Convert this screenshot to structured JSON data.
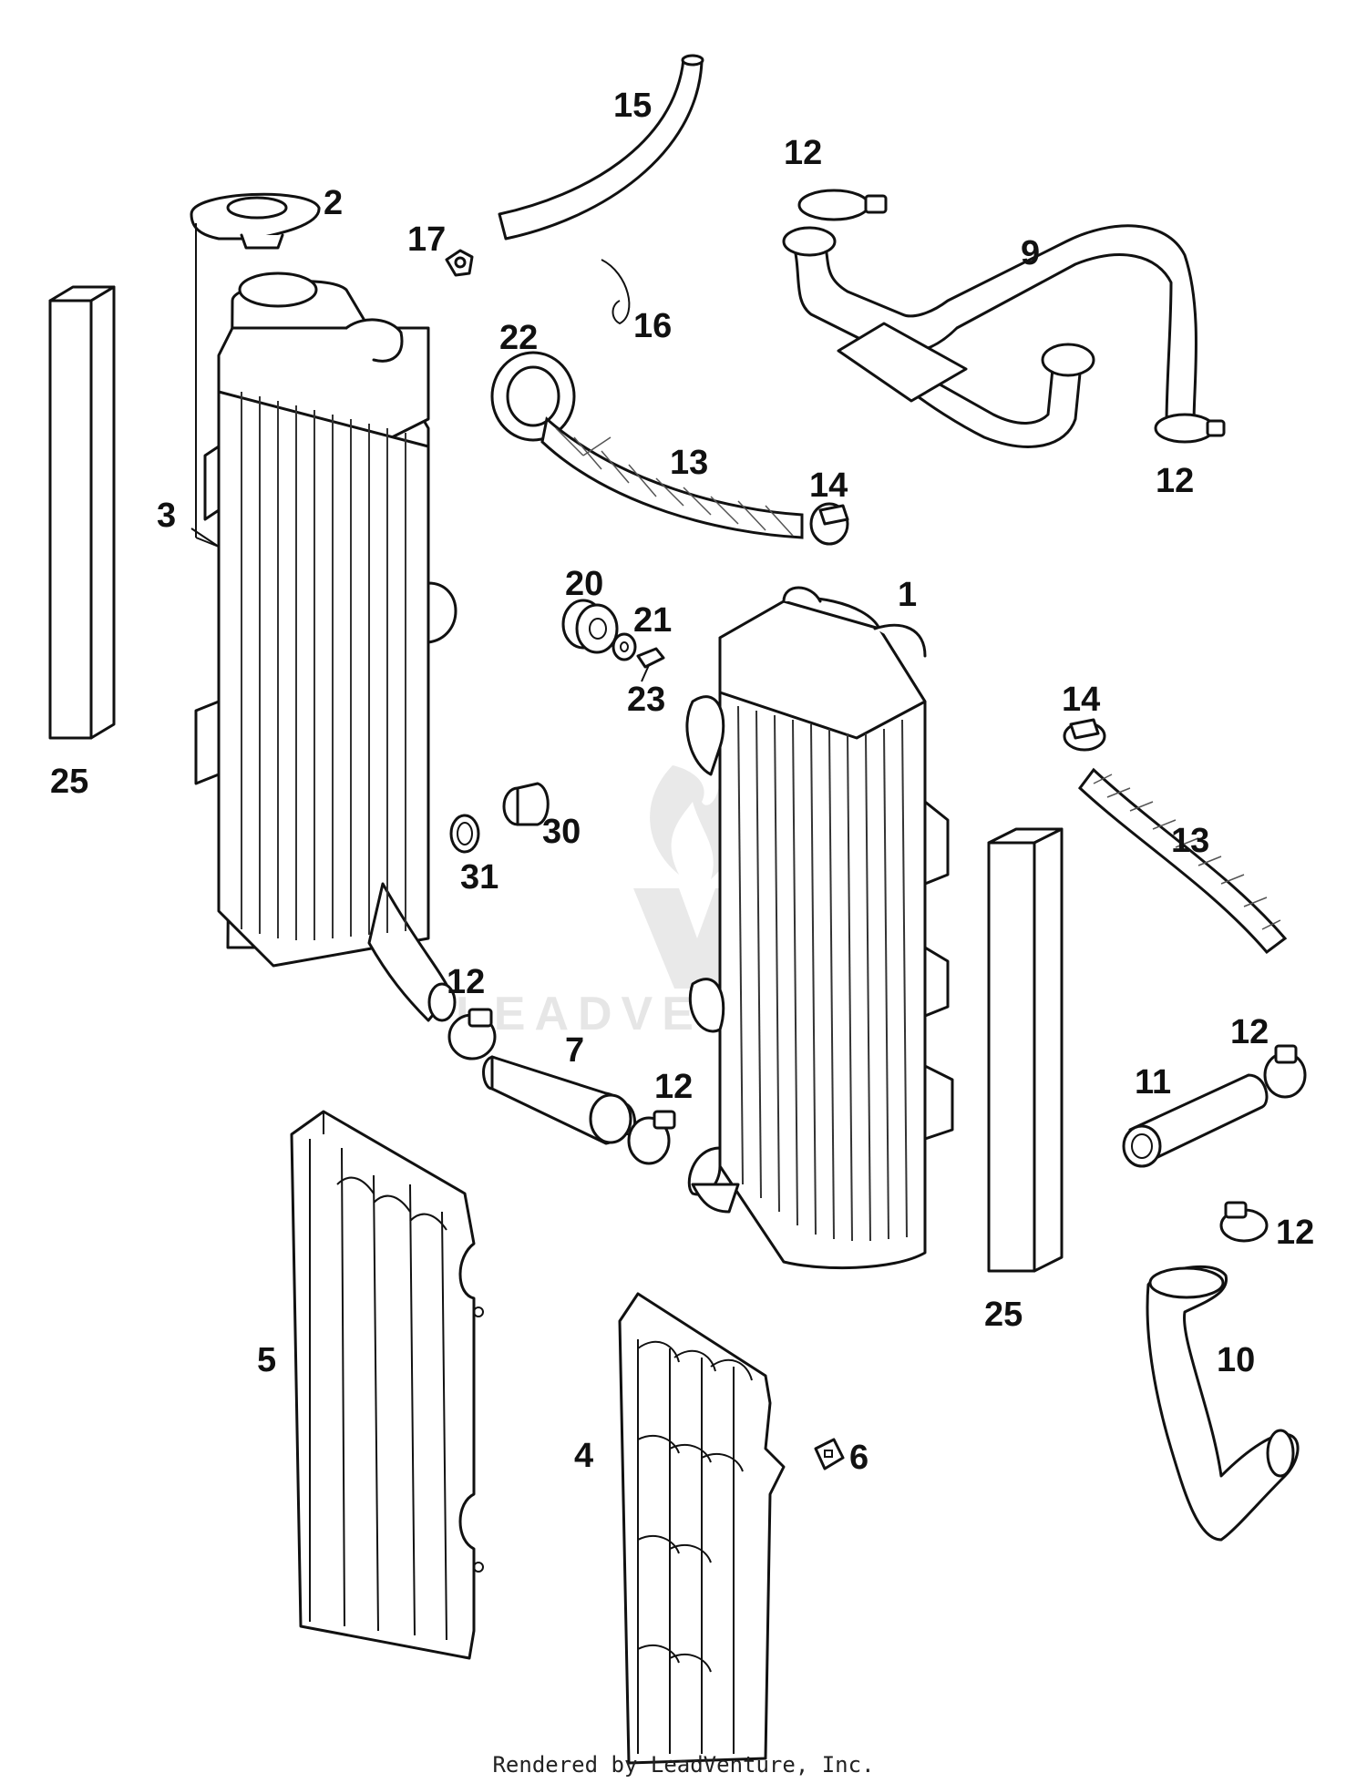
{
  "diagram": {
    "callouts": [
      "1",
      "2",
      "3",
      "4",
      "5",
      "6",
      "7",
      "9",
      "10",
      "11",
      "12",
      "13",
      "14",
      "15",
      "16",
      "17",
      "20",
      "21",
      "22",
      "23",
      "25",
      "30",
      "31"
    ]
  },
  "watermark": {
    "text": "LEADVENTURE"
  },
  "footer": {
    "credit": "Rendered by LeadVenture, Inc."
  }
}
